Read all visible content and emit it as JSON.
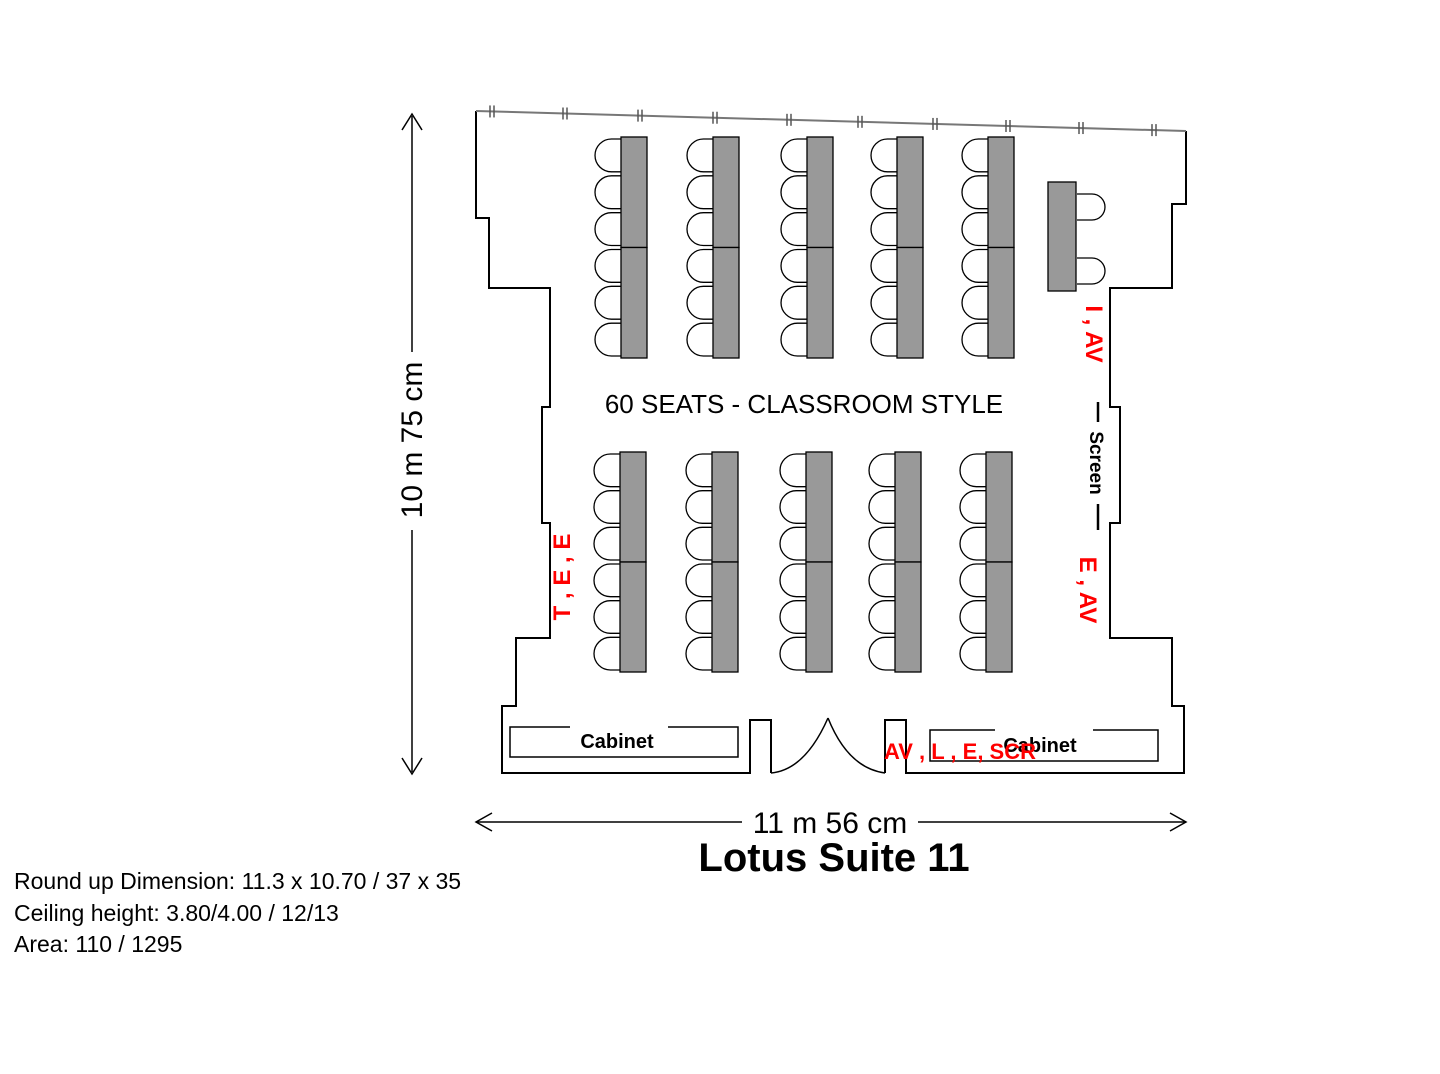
{
  "title": "Lotus Suite 11",
  "dimensions": {
    "height_label": "10 m 75 cm",
    "width_label": "11 m 56 cm"
  },
  "center_label": "60 SEATS - CLASSROOM STYLE",
  "screen_label": "Screen",
  "cabinets": {
    "left": "Cabinet",
    "right": "Cabinet"
  },
  "utility_labels": {
    "right_upper": "I , AV",
    "right_lower": "E , AV",
    "left": "T , E , E",
    "bottom": "AV , L , E, SCR"
  },
  "info": [
    "Round up Dimension: 11.3 x 10.70 / 37 x 35",
    "Ceiling height: 3.80/4.00 / 12/13",
    "Area: 110 / 1295"
  ],
  "colors": {
    "table": "#999999",
    "utility": "#ff0000",
    "line": "#000000"
  }
}
